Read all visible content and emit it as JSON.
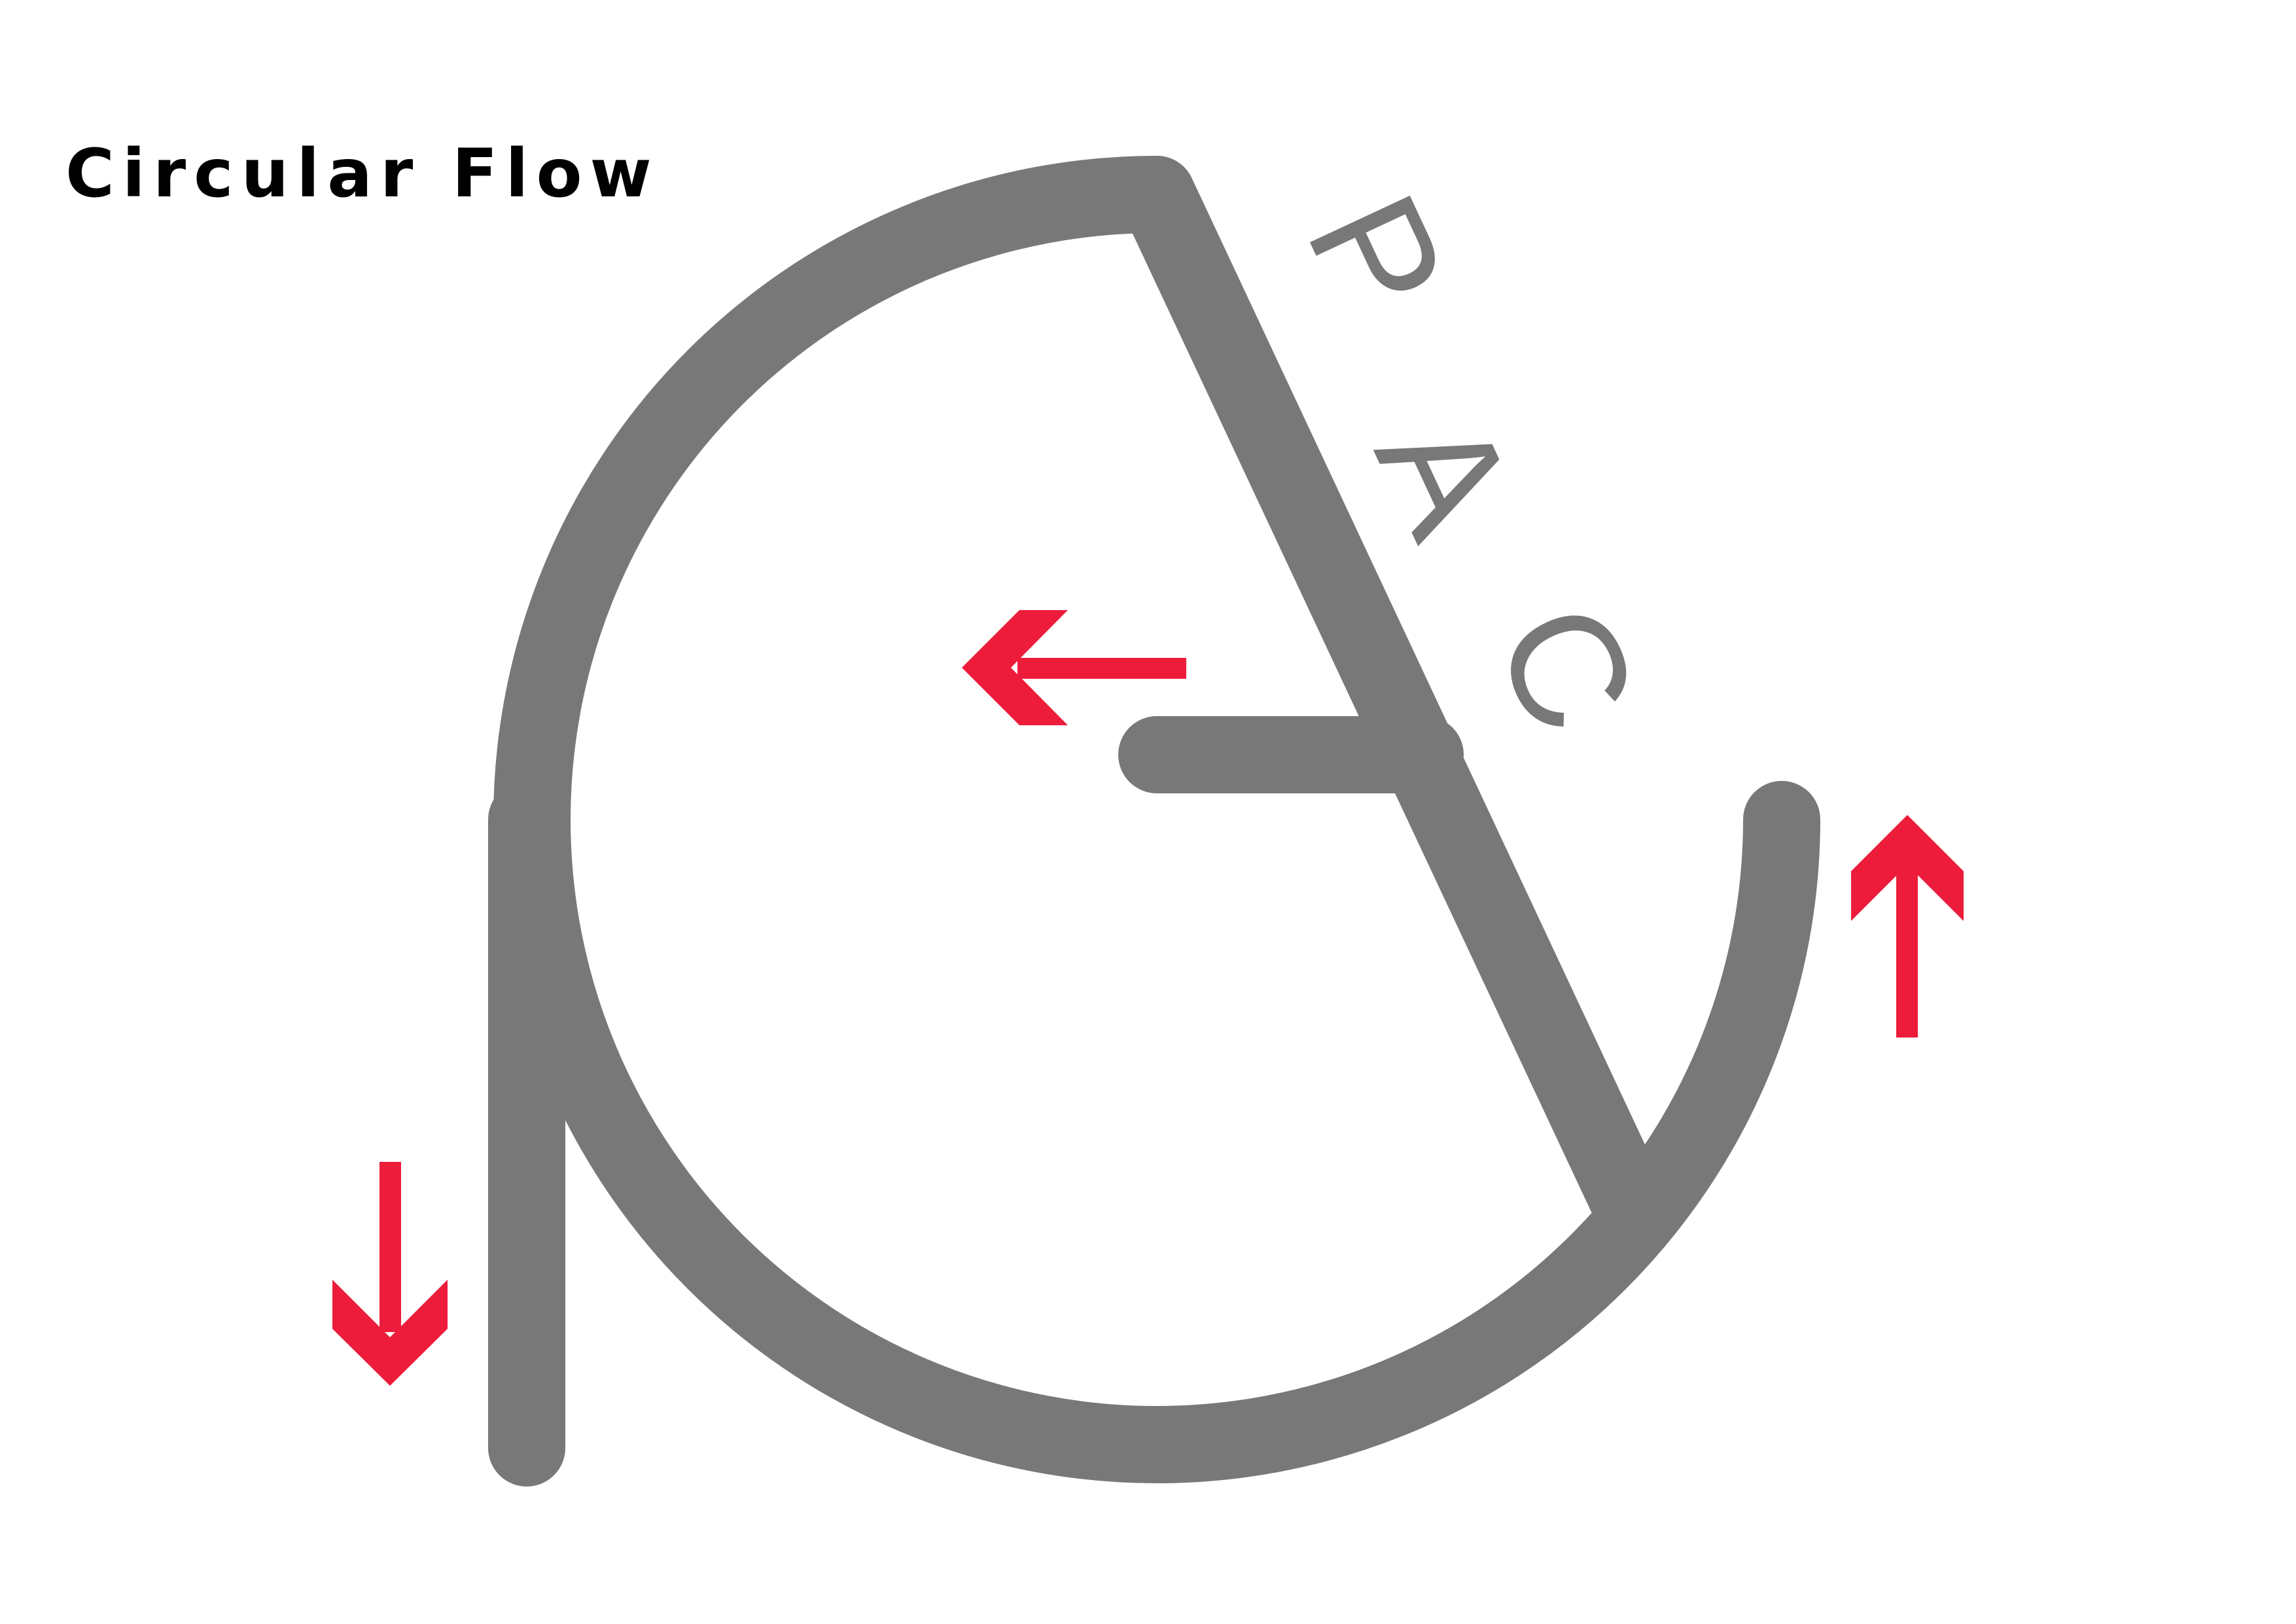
{
  "title": "Circular Flow",
  "logo": {
    "letters": [
      "P",
      "A",
      "C"
    ]
  },
  "colors": {
    "stroke": "#787878",
    "arrow": "#ED1C3B",
    "text": "#000000",
    "background": "#FFFFFF"
  },
  "arrows": [
    {
      "name": "arrow-left",
      "direction": "left"
    },
    {
      "name": "arrow-down",
      "direction": "down"
    },
    {
      "name": "arrow-up",
      "direction": "up"
    }
  ]
}
